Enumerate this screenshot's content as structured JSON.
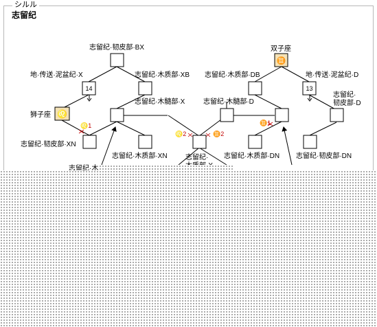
{
  "header": {
    "legend": "シルル",
    "title": "志留纪"
  },
  "labels": {
    "top_center": "志留纪·韧皮部·BX",
    "left_upper": "地·传送·泥盆纪·X",
    "left_mid_right": "志留纪·木质部·XB",
    "leo": "狮子座",
    "left_bottom": "志留纪·韧皮部·XN",
    "center_x": "志留纪·木髓部·X",
    "center_xn": "志留纪·木质部·XN",
    "cut_left": "志留纪·木",
    "cut_center_1": "志留纪·",
    "cut_center_2": "木质部·X",
    "gemini": "双子座",
    "right_db": "志留纪·木质部·DB",
    "right_upper": "地·传送·泥盆纪·D",
    "right_mid_1": "志留纪·",
    "right_mid_2": "韧皮部·D",
    "center_d": "志留纪·木髓部·D",
    "right_dn": "志留纪·木质部·DN",
    "right_bottom": "志留纪·韧皮部·DN"
  },
  "nodes": {
    "n14": "14",
    "n13": "13"
  },
  "icons": {
    "leo_glyph": "♌",
    "gemini_glyph": "♊"
  },
  "markers": {
    "leo1": "♌1",
    "leo2": "♌2",
    "gem2": "♊2",
    "gem1": "♊1"
  },
  "colors": {
    "sign_fill": "#f4e2b6",
    "marker_red": "#c00000"
  }
}
